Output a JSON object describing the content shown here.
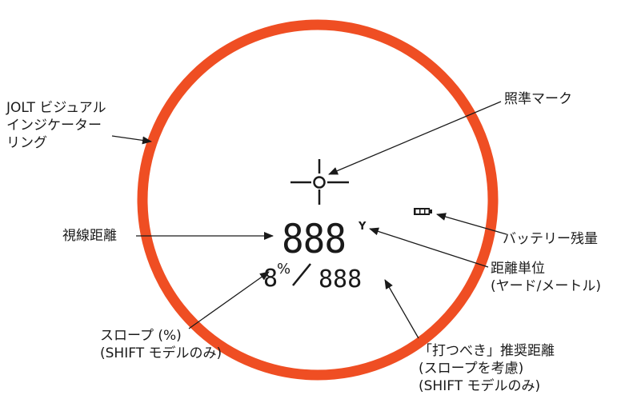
{
  "ring_color": "#ef4e23",
  "display_color": "#1a1a1a",
  "display": {
    "distance_digits": "888",
    "unit_mark": "Y",
    "slope_digit": "8",
    "slope_percent": "%",
    "plays_like_digits": "888"
  },
  "labels": {
    "ring": [
      "JOLT ビジュアル",
      "インジケーター",
      "リング"
    ],
    "reticle": [
      "照準マーク"
    ],
    "battery": [
      "バッテリー残量"
    ],
    "line_of_sight": [
      "視線距離"
    ],
    "unit": [
      "距離単位",
      "(ヤード/メートル)"
    ],
    "slope": [
      "スロープ (%)",
      "(SHIFT モデルのみ)"
    ],
    "plays_like": [
      "「打つべき」推奨距離",
      "(スロープを考慮)",
      "(SHIFT モデルのみ)"
    ]
  },
  "icons": [
    "crosshair-icon",
    "battery-icon",
    "arrow-icon"
  ]
}
